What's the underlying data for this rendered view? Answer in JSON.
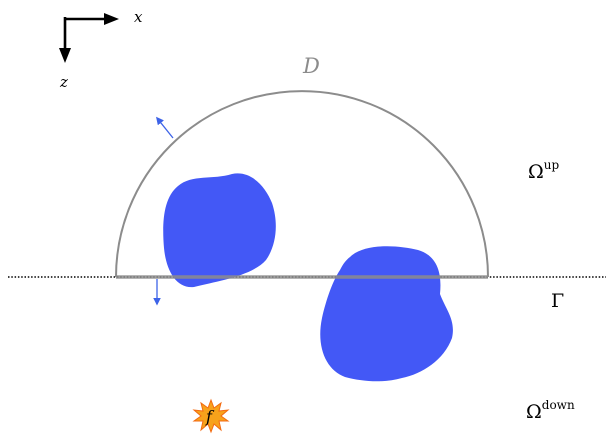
{
  "axes": {
    "x_label": "x",
    "z_label": "z"
  },
  "region_labels": {
    "domain": "D",
    "omega_symbol": "Ω",
    "upper_superscript": "up",
    "lower_superscript": "down",
    "interface": "Γ"
  },
  "source": {
    "label": "f"
  },
  "colors": {
    "scatterer": "#4358f6",
    "arc": "#8c8c8c",
    "normal_arrow": "#3d63e8",
    "source_fill": "#f7a21b",
    "source_stroke": "#f36a10",
    "ink": "#000000"
  }
}
